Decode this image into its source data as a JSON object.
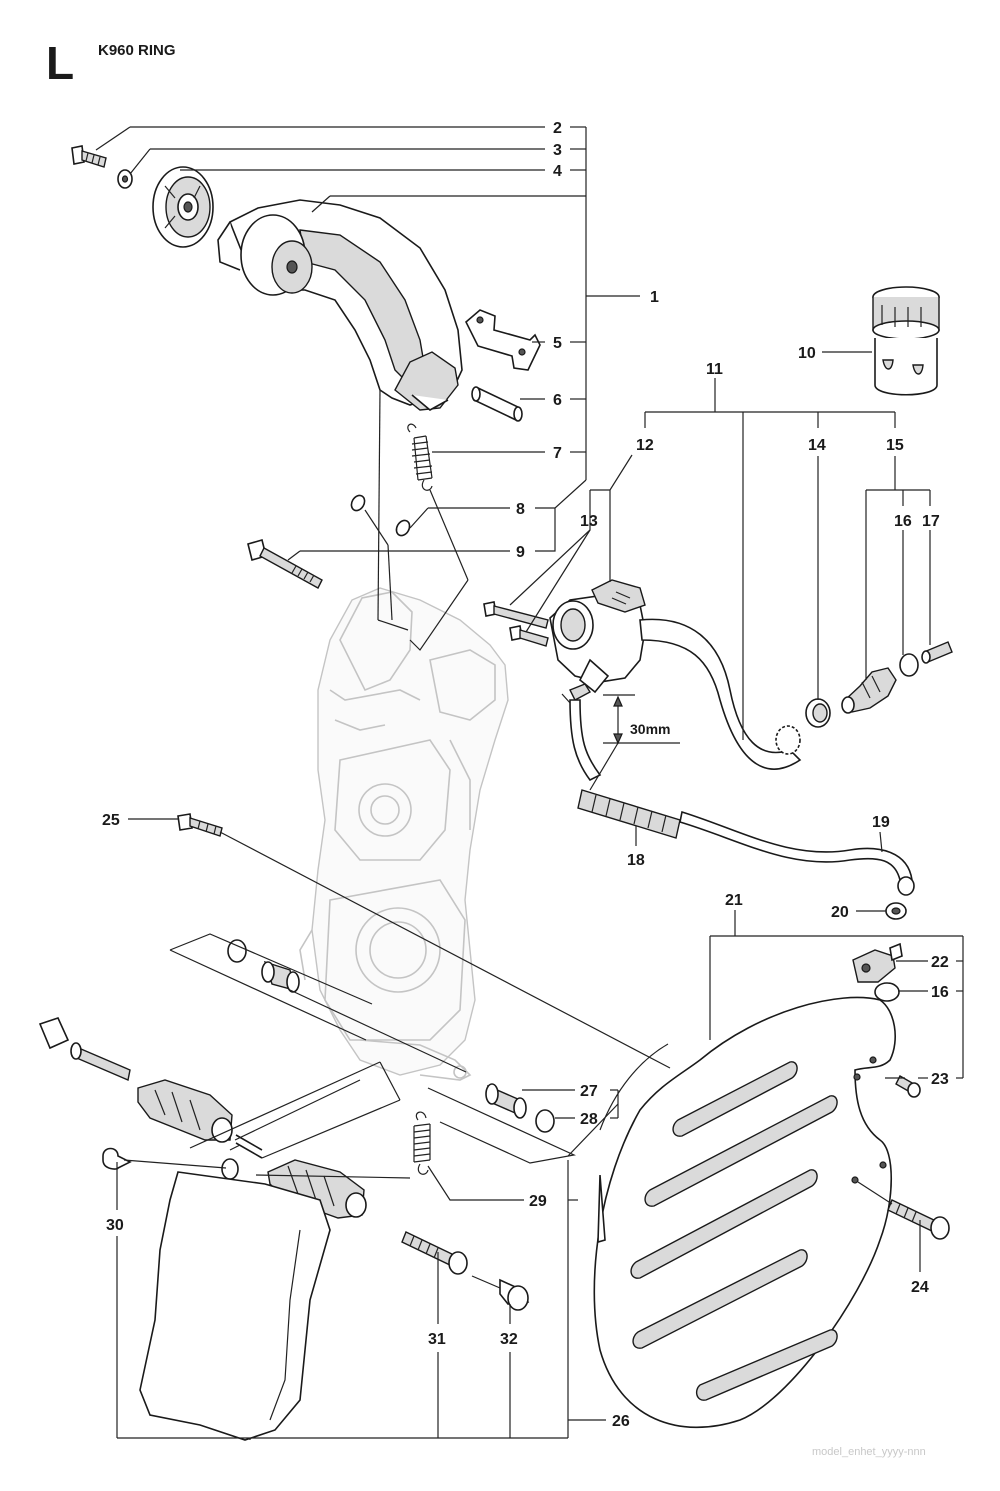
{
  "header": {
    "section_letter": "L",
    "model_title": "K960 RING"
  },
  "dimension_label": "30mm",
  "callouts": {
    "c1": "1",
    "c2": "2",
    "c3": "3",
    "c4": "4",
    "c5": "5",
    "c6": "6",
    "c7": "7",
    "c8": "8",
    "c9": "9",
    "c10": "10",
    "c11": "11",
    "c12": "12",
    "c13": "13",
    "c14": "14",
    "c15": "15",
    "c16a": "16",
    "c16b": "16",
    "c17": "17",
    "c18": "18",
    "c19": "19",
    "c20": "20",
    "c21": "21",
    "c22": "22",
    "c23": "23",
    "c24": "24",
    "c25": "25",
    "c26": "26",
    "c27": "27",
    "c28": "28",
    "c29": "29",
    "c30": "30",
    "c31": "31",
    "c32": "32"
  },
  "watermark": "model_enhet_yyyy-nnn"
}
